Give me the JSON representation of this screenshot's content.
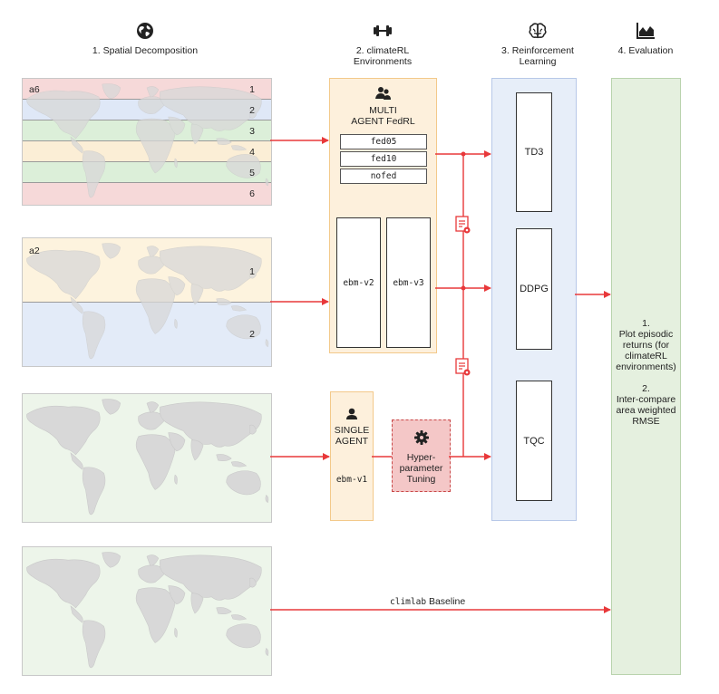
{
  "headers": {
    "col1": "1. Spatial Decomposition",
    "col2_line1": "2. climateRL",
    "col2_line2": "Environments",
    "col3_line1": "3. Reinforcement",
    "col3_line2": "Learning",
    "col4": "4. Evaluation"
  },
  "icons": {
    "col1": "globe-icon",
    "col2": "dumbbell-icon",
    "col3": "brain-icon",
    "col4": "area-chart-icon",
    "multi": "users-icon",
    "single": "user-icon",
    "hyper": "gear-icon",
    "doc": "document-icon"
  },
  "panel_a6": {
    "label": "a6",
    "bands": [
      "1",
      "2",
      "3",
      "4",
      "5",
      "6"
    ],
    "colors": [
      "#f6d9d9",
      "#dfe8f7",
      "#dcefd9",
      "#fbeed6",
      "#dcefd9",
      "#f6d9d9"
    ]
  },
  "panel_a2": {
    "label": "a2",
    "bands": [
      "1",
      "2"
    ],
    "colors": [
      "#fdf3de",
      "#e3ebf8"
    ]
  },
  "multi_agent": {
    "line1": "MULTI",
    "line2": "AGENT FedRL",
    "options": [
      "fed05",
      "fed10",
      "nofed"
    ],
    "env_left": "ebm-v2",
    "env_right": "ebm-v3"
  },
  "single_agent": {
    "line1": "SINGLE",
    "line2": "AGENT",
    "env": "ebm-v1"
  },
  "hyper": {
    "line1": "Hyper-",
    "line2": "parameter",
    "line3": "Tuning"
  },
  "algorithms": [
    "TD3",
    "DDPG",
    "TQC"
  ],
  "evaluation": {
    "item1_num": "1.",
    "item1_line1": "Plot episodic",
    "item1_line2": "returns (for",
    "item1_line3": "climateRL",
    "item1_line4": "environments)",
    "item2_num": "2.",
    "item2_line1": "Inter-compare",
    "item2_line2": "area weighted",
    "item2_line3": "RMSE"
  },
  "baseline": {
    "code": "climlab",
    "text": " Baseline"
  },
  "colors": {
    "arrow": "#e8383a",
    "env_fill": "#fdf0dc",
    "env_border": "#f3c98a",
    "rl_fill": "#e7eef9",
    "rl_border": "#b7c8e8",
    "eval_fill": "#e5f0df",
    "eval_border": "#b9d3ad",
    "hyper_fill": "#f4c7c7",
    "hyper_border": "#c94848",
    "map_land": "#d8d8d8"
  }
}
